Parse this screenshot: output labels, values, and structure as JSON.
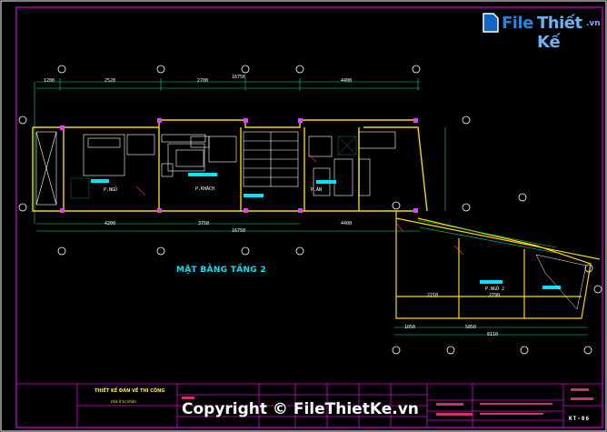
{
  "logo": {
    "brand_file": "File",
    "brand_mid": "Thiết Kế",
    "brand_tld": ".vn"
  },
  "drawing": {
    "title": "MẶT BẰNG TẦNG 2",
    "top_dims": [
      "1200",
      "2520",
      "2700",
      "4400",
      "16750"
    ],
    "bottom_dims": [
      "4200",
      "3750",
      "4400",
      "16750"
    ],
    "right_dims": [
      "1050",
      "2210",
      "2790",
      "5850",
      "8110"
    ],
    "room_labels": [
      "P.NGỦ",
      "P.KHÁCH",
      "P.ĂN",
      "P.NGỦ 2"
    ]
  },
  "title_block": {
    "project_title": "THIẾT KẾ ĐÀN VỀ THI CÔNG",
    "subtitle": "nhà ở tư nhân",
    "sheet_code": "KT-06"
  },
  "watermark": {
    "copyright": "Copyright © FileThietKe.vn"
  }
}
